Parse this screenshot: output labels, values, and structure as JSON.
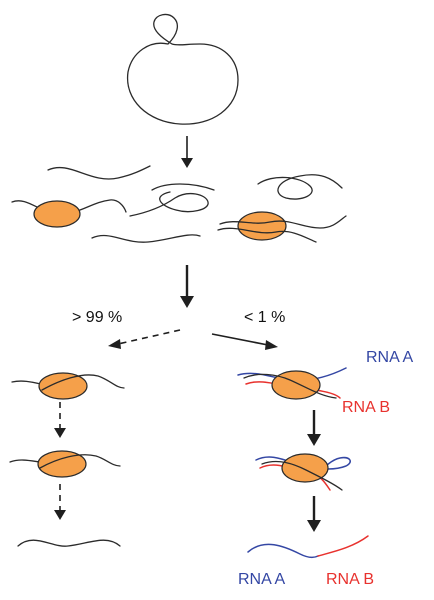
{
  "colors": {
    "protein": "#f5a04a",
    "rna_a": "#3447a4",
    "rna_b": "#e8322e",
    "ink": "#2b2b2b"
  },
  "labels": {
    "pct_high": "> 99 %",
    "pct_low": "< 1 %",
    "rna_a_top": "RNA A",
    "rna_b_top": "RNA B",
    "rna_a_bottom": "RNA A",
    "rna_b_bottom": "RNA B"
  }
}
